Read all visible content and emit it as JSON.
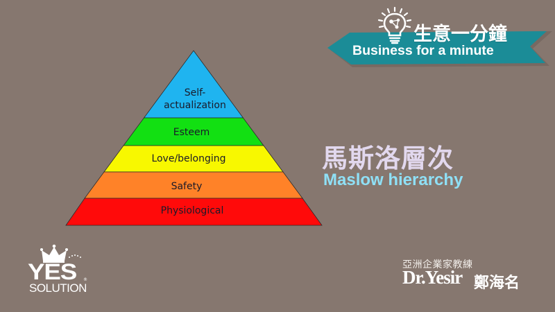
{
  "slide": {
    "background_color": "#86776f"
  },
  "banner": {
    "icon": "lightbulb-icon",
    "title_zh": "生意一分鐘",
    "title_en": "Business for a minute",
    "ribbon_color": "#1b8c97"
  },
  "title": {
    "zh": "馬斯洛層次",
    "en": "Maslow hierarchy",
    "zh_color": "#e2d8ee",
    "en_color": "#8fe0f6"
  },
  "pyramid": {
    "levels": [
      {
        "label_line1": "Self-",
        "label_line2": "actualization",
        "color": "#1fb4f0"
      },
      {
        "label": "Esteem",
        "color": "#12e012"
      },
      {
        "label": "Love/belonging",
        "color": "#f8f800"
      },
      {
        "label": "Safety",
        "color": "#ff8228"
      },
      {
        "label": "Physiological",
        "color": "#ff0a0a"
      }
    ]
  },
  "logo": {
    "icon": "crown-icon",
    "brand_main": "YES",
    "brand_sub": "SOLUTION",
    "registered": "®"
  },
  "signature": {
    "subtitle": "亞洲企業家教練",
    "name_en": "Dr.Yesir",
    "name_zh": "鄭海名"
  }
}
